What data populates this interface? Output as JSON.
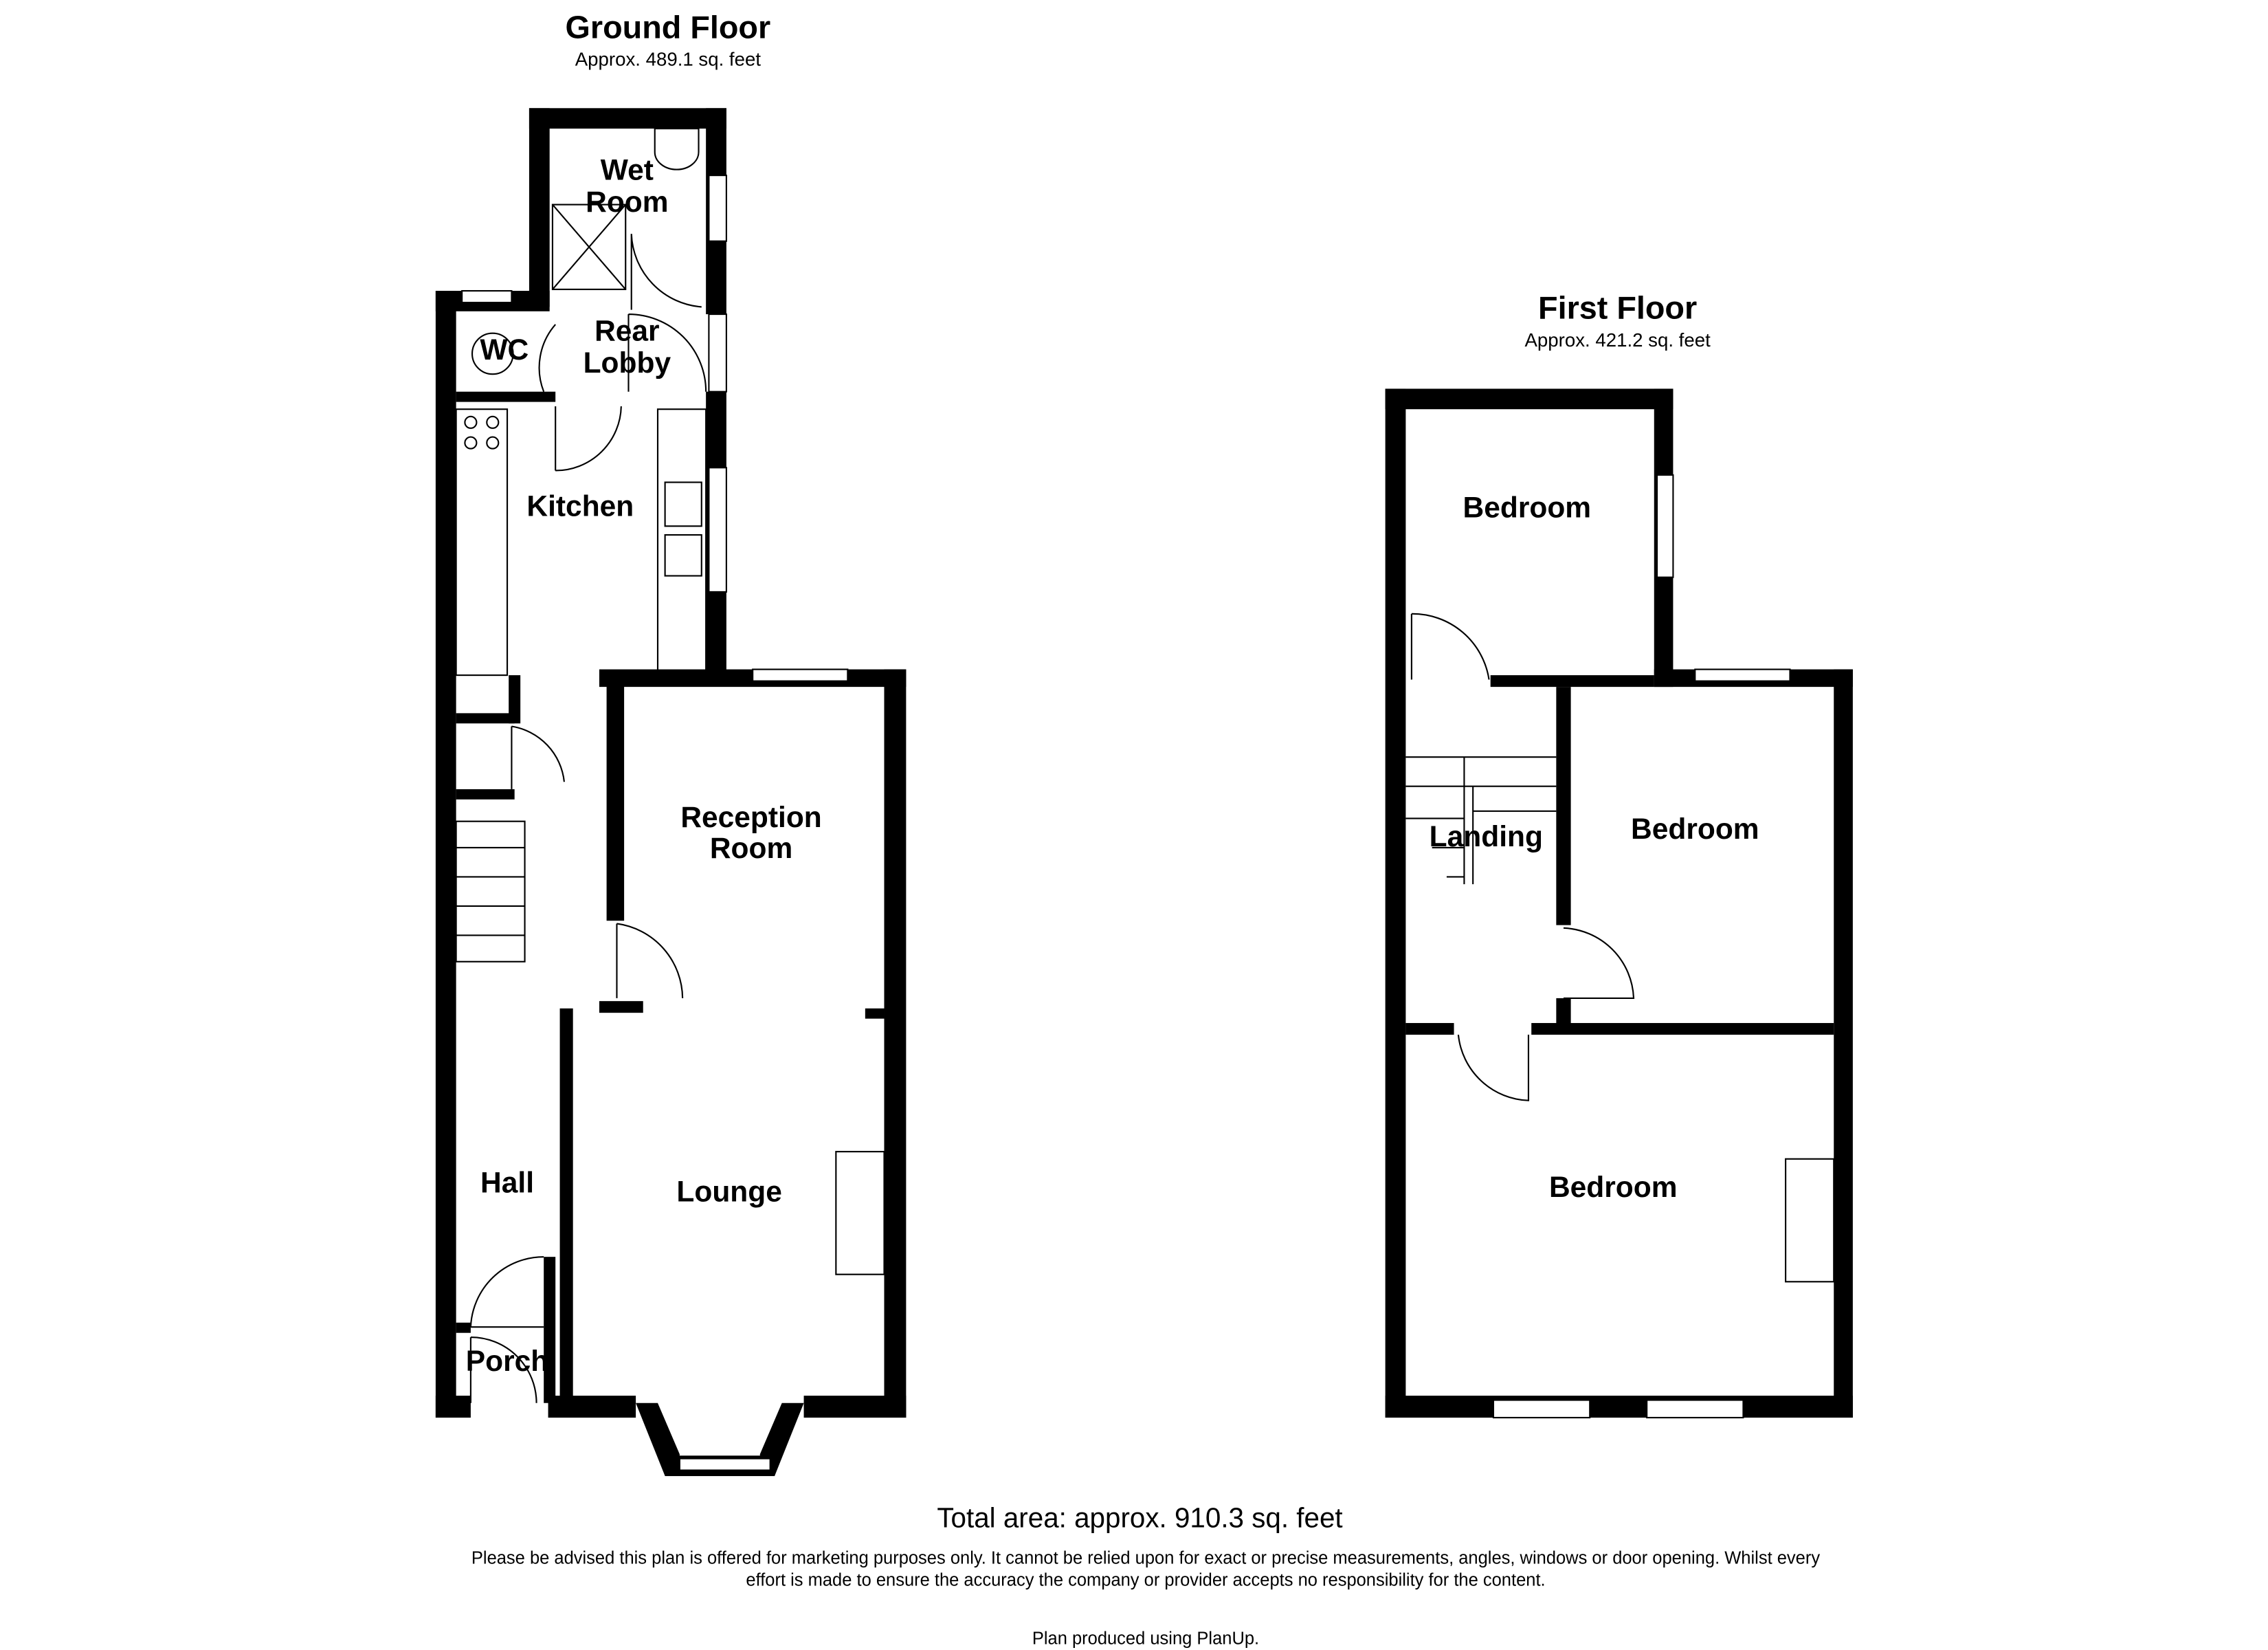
{
  "ground_floor": {
    "title": "Ground Floor",
    "area": "Approx. 489.1 sq. feet",
    "rooms": [
      "Wet",
      "Room",
      "WC",
      "Rear",
      "Lobby",
      "Kitchen",
      "Reception",
      "Room",
      "Hall",
      "Lounge",
      "Porch"
    ]
  },
  "first_floor": {
    "title": "First Floor",
    "area": "Approx. 421.2 sq. feet",
    "rooms": [
      "Bedroom",
      "Landing",
      "Bedroom",
      "Bedroom"
    ]
  },
  "footer": {
    "total": "Total area: approx. 910.3 sq. feet",
    "disclaimer_1": "Please be advised this plan is offered for marketing purposes only. It cannot be relied upon for exact or precise measurements, angles, windows or door opening. Whilst every",
    "disclaimer_2": "effort is made to ensure the accuracy the company or provider accepts no responsibility for the content.",
    "credit": "Plan produced using PlanUp."
  }
}
